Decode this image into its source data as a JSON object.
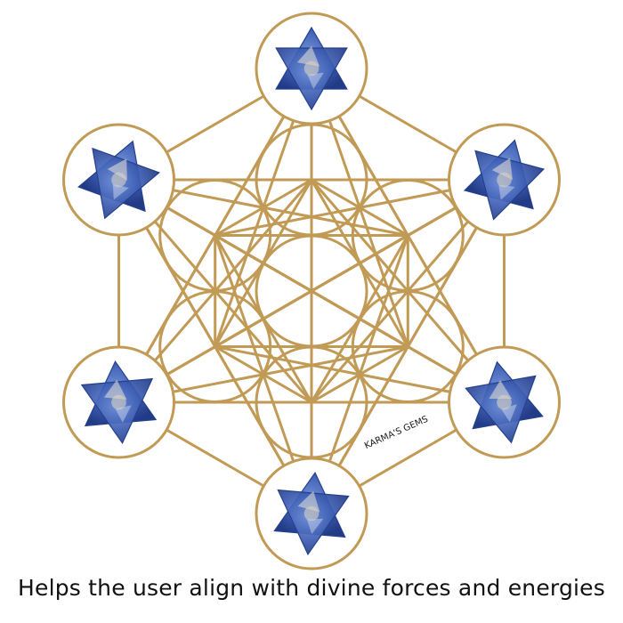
{
  "caption": "Helps the user align with divine forces and energies",
  "watermark": "KARMA'S GEMS",
  "colors": {
    "line_gold": "#c19a55",
    "background": "#ffffff",
    "stone_blue": "#3f5fb4",
    "stone_dark": "#25408d",
    "stone_light": "#e9e3d6"
  },
  "crystals": [
    {
      "name": "crystal-top",
      "stone": "sodalite merkaba"
    },
    {
      "name": "crystal-upper-left",
      "stone": "sodalite merkaba"
    },
    {
      "name": "crystal-upper-right",
      "stone": "sodalite merkaba"
    },
    {
      "name": "crystal-lower-left",
      "stone": "sodalite merkaba"
    },
    {
      "name": "crystal-lower-right",
      "stone": "sodalite merkaba"
    },
    {
      "name": "crystal-bottom",
      "stone": "sodalite merkaba"
    }
  ]
}
